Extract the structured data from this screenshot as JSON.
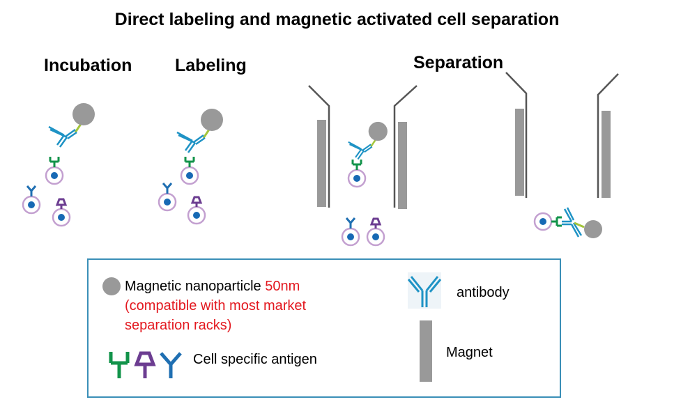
{
  "title": "Direct labeling and magnetic activated cell separation",
  "stages": {
    "incubation": "Incubation",
    "labeling": "Labeling",
    "separation": "Separation"
  },
  "legend": {
    "nanoparticle_label": "Magnetic nanoparticle",
    "nanoparticle_size": "50nm",
    "nanoparticle_note_line1": "(compatible with most market",
    "nanoparticle_note_line2": "separation racks)",
    "antigen_label": "Cell specific antigen",
    "antibody_label": "antibody",
    "magnet_label": "Magnet"
  },
  "colors": {
    "nanoparticle": "#999999",
    "antibody": "#1f93c5",
    "linker": "#a4c63b",
    "antigen_green": "#12934a",
    "antigen_purple": "#6c3d91",
    "antigen_blue": "#1f6fb2",
    "cell_ring": "#c3a0d0",
    "cell_nucleus": "#1769b4",
    "magnet": "#999999",
    "rack": "#555555",
    "legend_border": "#3a8fb7",
    "note_red": "#e3181f"
  }
}
